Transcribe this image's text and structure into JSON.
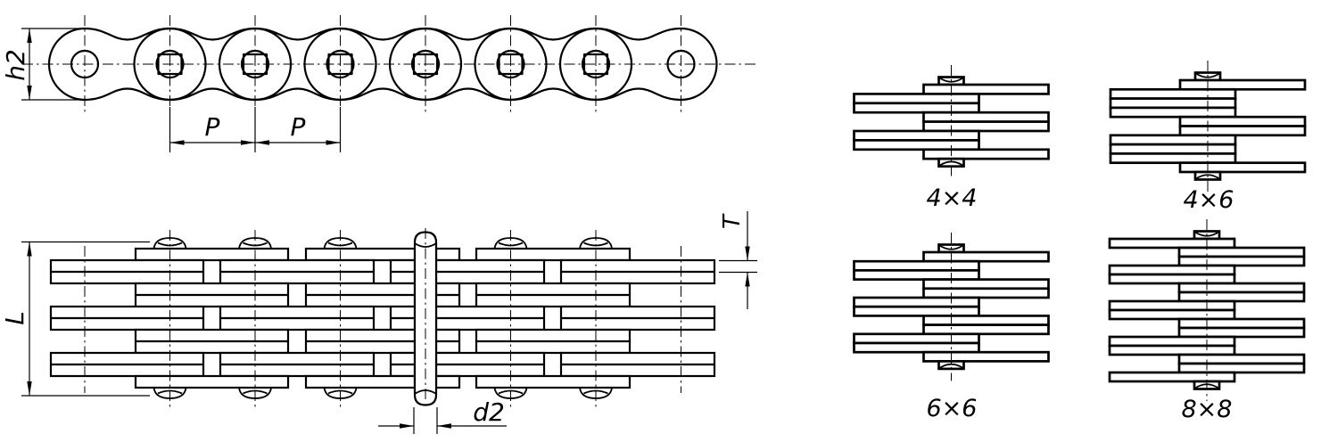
{
  "figure": {
    "kind": "engineering line drawing",
    "views": [
      "side-view",
      "plan-view",
      "lacing-diagrams"
    ]
  },
  "labels": {
    "plate_height": "h2",
    "pitch": "P",
    "chain_width": "L",
    "plate_thickness": "T",
    "pin_diameter": "d2"
  },
  "side_view": {
    "pin_count": 8
  },
  "plan_view": {
    "plate_rows": 12,
    "band_pattern": "A,BB,AA,BB,AA,BB,A"
  },
  "lacings": [
    {
      "label": "4×4",
      "pattern": "RLLRRLLR"
    },
    {
      "label": "4×6",
      "pattern": "RLLLRRLLLR"
    },
    {
      "label": "6×6",
      "pattern": "RLLRRLLRRLLR"
    },
    {
      "label": "8×8",
      "pattern": "LRRLLRRLLRRLLRRL"
    }
  ]
}
